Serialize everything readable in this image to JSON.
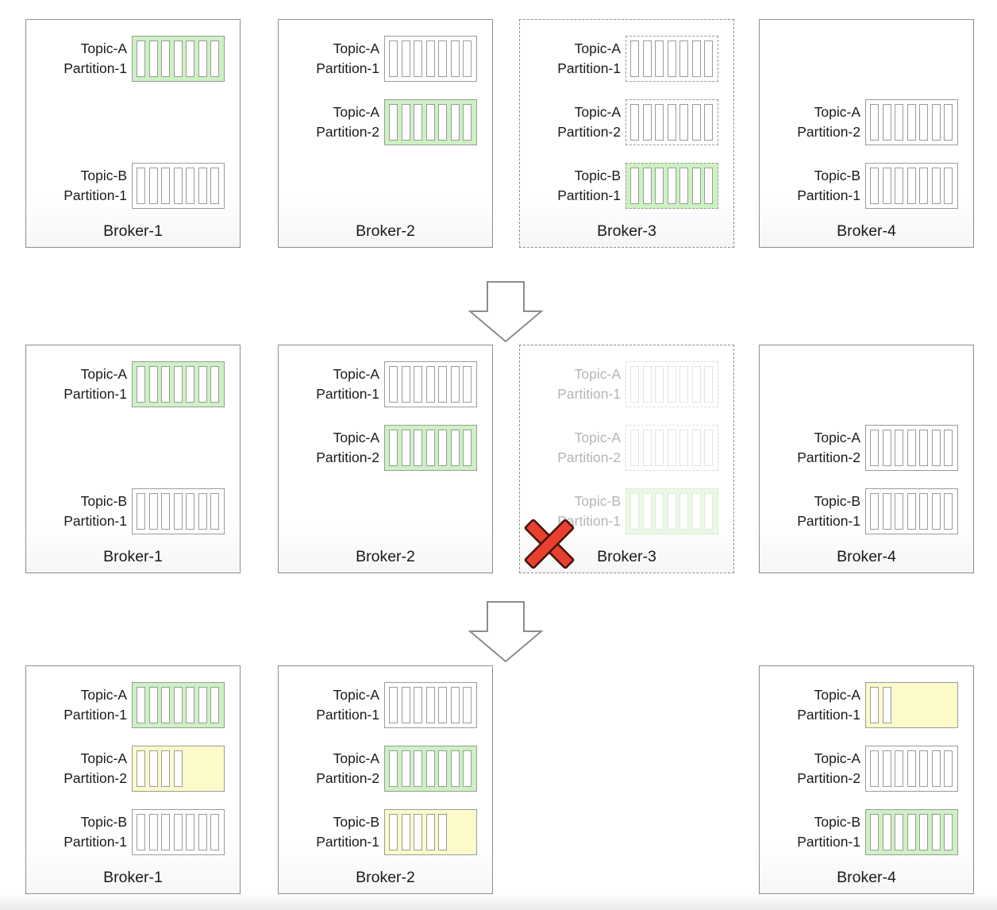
{
  "diagram_type": "kafka-broker-failover-rebalance",
  "colors": {
    "leader_fill": "#ccf1c2",
    "syncing_fill": "#fcfac9",
    "box_border": "#8e8e8e",
    "block_border": "#9b9b9b",
    "text": "#1a1a1a",
    "faded_text": "#b5b5b5",
    "failure_red": "#e8402f",
    "failure_red_outline": "#441109",
    "arrow_stroke": "#8c8c8c"
  },
  "arrows": [
    {
      "icon": "down-arrow-icon",
      "between": "row-1-and-row-2"
    },
    {
      "icon": "down-arrow-icon",
      "between": "row-2-and-row-3"
    }
  ],
  "rows": [
    {
      "id": "initial-state",
      "brokers": [
        {
          "label": "Broker-1",
          "column": 0,
          "box_style": "solid",
          "faded": false,
          "failed": false,
          "partitions": [
            {
              "slot": 0,
              "line1": "Topic-A",
              "line2": "Partition-1",
              "state": "leader",
              "bars": 7
            },
            {
              "slot": 2,
              "line1": "Topic-B",
              "line2": "Partition-1",
              "state": "follower",
              "bars": 7
            }
          ]
        },
        {
          "label": "Broker-2",
          "column": 1,
          "box_style": "solid",
          "faded": false,
          "failed": false,
          "partitions": [
            {
              "slot": 0,
              "line1": "Topic-A",
              "line2": "Partition-1",
              "state": "follower",
              "bars": 7
            },
            {
              "slot": 1,
              "line1": "Topic-A",
              "line2": "Partition-2",
              "state": "leader",
              "bars": 7
            }
          ]
        },
        {
          "label": "Broker-3",
          "column": 2,
          "box_style": "dashed",
          "faded": false,
          "failed": false,
          "partitions": [
            {
              "slot": 0,
              "line1": "Topic-A",
              "line2": "Partition-1",
              "state": "follower-dashed",
              "bars": 7
            },
            {
              "slot": 1,
              "line1": "Topic-A",
              "line2": "Partition-2",
              "state": "follower-dashed",
              "bars": 7
            },
            {
              "slot": 2,
              "line1": "Topic-B",
              "line2": "Partition-1",
              "state": "leader-dashed",
              "bars": 7
            }
          ]
        },
        {
          "label": "Broker-4",
          "column": 3,
          "box_style": "solid",
          "faded": false,
          "failed": false,
          "partitions": [
            {
              "slot": 1,
              "line1": "Topic-A",
              "line2": "Partition-2",
              "state": "follower",
              "bars": 7
            },
            {
              "slot": 2,
              "line1": "Topic-B",
              "line2": "Partition-1",
              "state": "follower",
              "bars": 7
            }
          ]
        }
      ]
    },
    {
      "id": "broker-3-fails",
      "brokers": [
        {
          "label": "Broker-1",
          "column": 0,
          "box_style": "solid",
          "faded": false,
          "failed": false,
          "partitions": [
            {
              "slot": 0,
              "line1": "Topic-A",
              "line2": "Partition-1",
              "state": "leader",
              "bars": 7
            },
            {
              "slot": 2,
              "line1": "Topic-B",
              "line2": "Partition-1",
              "state": "follower",
              "bars": 7
            }
          ]
        },
        {
          "label": "Broker-2",
          "column": 1,
          "box_style": "solid",
          "faded": false,
          "failed": false,
          "partitions": [
            {
              "slot": 0,
              "line1": "Topic-A",
              "line2": "Partition-1",
              "state": "follower",
              "bars": 7
            },
            {
              "slot": 1,
              "line1": "Topic-A",
              "line2": "Partition-2",
              "state": "leader",
              "bars": 7
            }
          ]
        },
        {
          "label": "Broker-3",
          "column": 2,
          "box_style": "dashed",
          "faded": true,
          "failed": true,
          "partitions": [
            {
              "slot": 0,
              "line1": "Topic-A",
              "line2": "Partition-1",
              "state": "follower-dashed",
              "bars": 7
            },
            {
              "slot": 1,
              "line1": "Topic-A",
              "line2": "Partition-2",
              "state": "follower-dashed",
              "bars": 7
            },
            {
              "slot": 2,
              "line1": "Topic-B",
              "line2": "Partition-1",
              "state": "leader-dashed",
              "bars": 7
            }
          ]
        },
        {
          "label": "Broker-4",
          "column": 3,
          "box_style": "solid",
          "faded": false,
          "failed": false,
          "partitions": [
            {
              "slot": 1,
              "line1": "Topic-A",
              "line2": "Partition-2",
              "state": "follower",
              "bars": 7
            },
            {
              "slot": 2,
              "line1": "Topic-B",
              "line2": "Partition-1",
              "state": "follower",
              "bars": 7
            }
          ]
        }
      ]
    },
    {
      "id": "rebalanced-state",
      "brokers": [
        {
          "label": "Broker-1",
          "column": 0,
          "box_style": "solid",
          "faded": false,
          "failed": false,
          "partitions": [
            {
              "slot": 0,
              "line1": "Topic-A",
              "line2": "Partition-1",
              "state": "leader",
              "bars": 7
            },
            {
              "slot": 1,
              "line1": "Topic-A",
              "line2": "Partition-2",
              "state": "syncing",
              "bars": 4
            },
            {
              "slot": 2,
              "line1": "Topic-B",
              "line2": "Partition-1",
              "state": "follower",
              "bars": 7
            }
          ]
        },
        {
          "label": "Broker-2",
          "column": 1,
          "box_style": "solid",
          "faded": false,
          "failed": false,
          "partitions": [
            {
              "slot": 0,
              "line1": "Topic-A",
              "line2": "Partition-1",
              "state": "follower",
              "bars": 7
            },
            {
              "slot": 1,
              "line1": "Topic-A",
              "line2": "Partition-2",
              "state": "leader",
              "bars": 7
            },
            {
              "slot": 2,
              "line1": "Topic-B",
              "line2": "Partition-1",
              "state": "syncing",
              "bars": 5
            }
          ]
        },
        {
          "label": "Broker-4",
          "column": 3,
          "box_style": "solid",
          "faded": false,
          "failed": false,
          "partitions": [
            {
              "slot": 0,
              "line1": "Topic-A",
              "line2": "Partition-1",
              "state": "syncing",
              "bars": 2
            },
            {
              "slot": 1,
              "line1": "Topic-A",
              "line2": "Partition-2",
              "state": "follower",
              "bars": 7
            },
            {
              "slot": 2,
              "line1": "Topic-B",
              "line2": "Partition-1",
              "state": "leader",
              "bars": 7
            }
          ]
        }
      ]
    }
  ]
}
